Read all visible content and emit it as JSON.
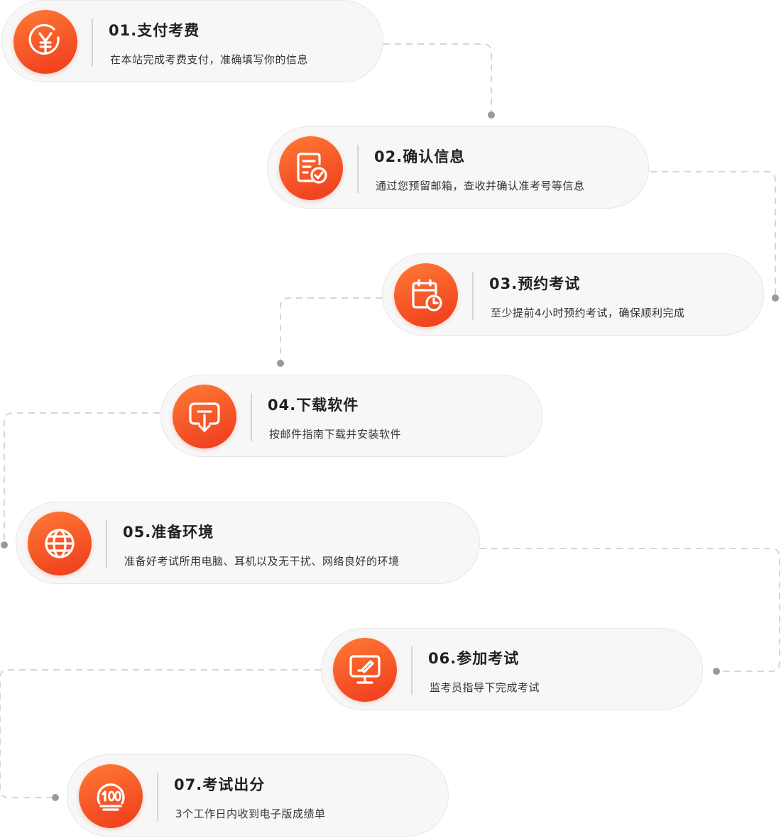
{
  "steps": [
    {
      "title": "01.支付考费",
      "desc": "在本站完成考费支付，准确填写你的信息",
      "icon": "yuan-icon"
    },
    {
      "title": "02.确认信息",
      "desc": "通过您预留邮箱，查收并确认准考号等信息",
      "icon": "document-check-icon"
    },
    {
      "title": "03.预约考试",
      "desc": "至少提前4小时预约考试，确保顺利完成",
      "icon": "calendar-clock-icon"
    },
    {
      "title": "04.下载软件",
      "desc": "按邮件指南下载并安装软件",
      "icon": "download-icon"
    },
    {
      "title": "05.准备环境",
      "desc": "准备好考试所用电脑、耳机以及无干扰、网络良好的环境",
      "icon": "globe-icon"
    },
    {
      "title": "06.参加考试",
      "desc": "监考员指导下完成考试",
      "icon": "monitor-pen-icon"
    },
    {
      "title": "07.考试出分",
      "desc": "3个工作日内收到电子版成绩单",
      "icon": "score-100-icon"
    }
  ],
  "colors": {
    "accent_start": "#ff7a35",
    "accent_end": "#ee3a1c",
    "card_bg": "#f7f7f7",
    "connector": "#d6d6d6",
    "dot": "#9a9a9a"
  }
}
